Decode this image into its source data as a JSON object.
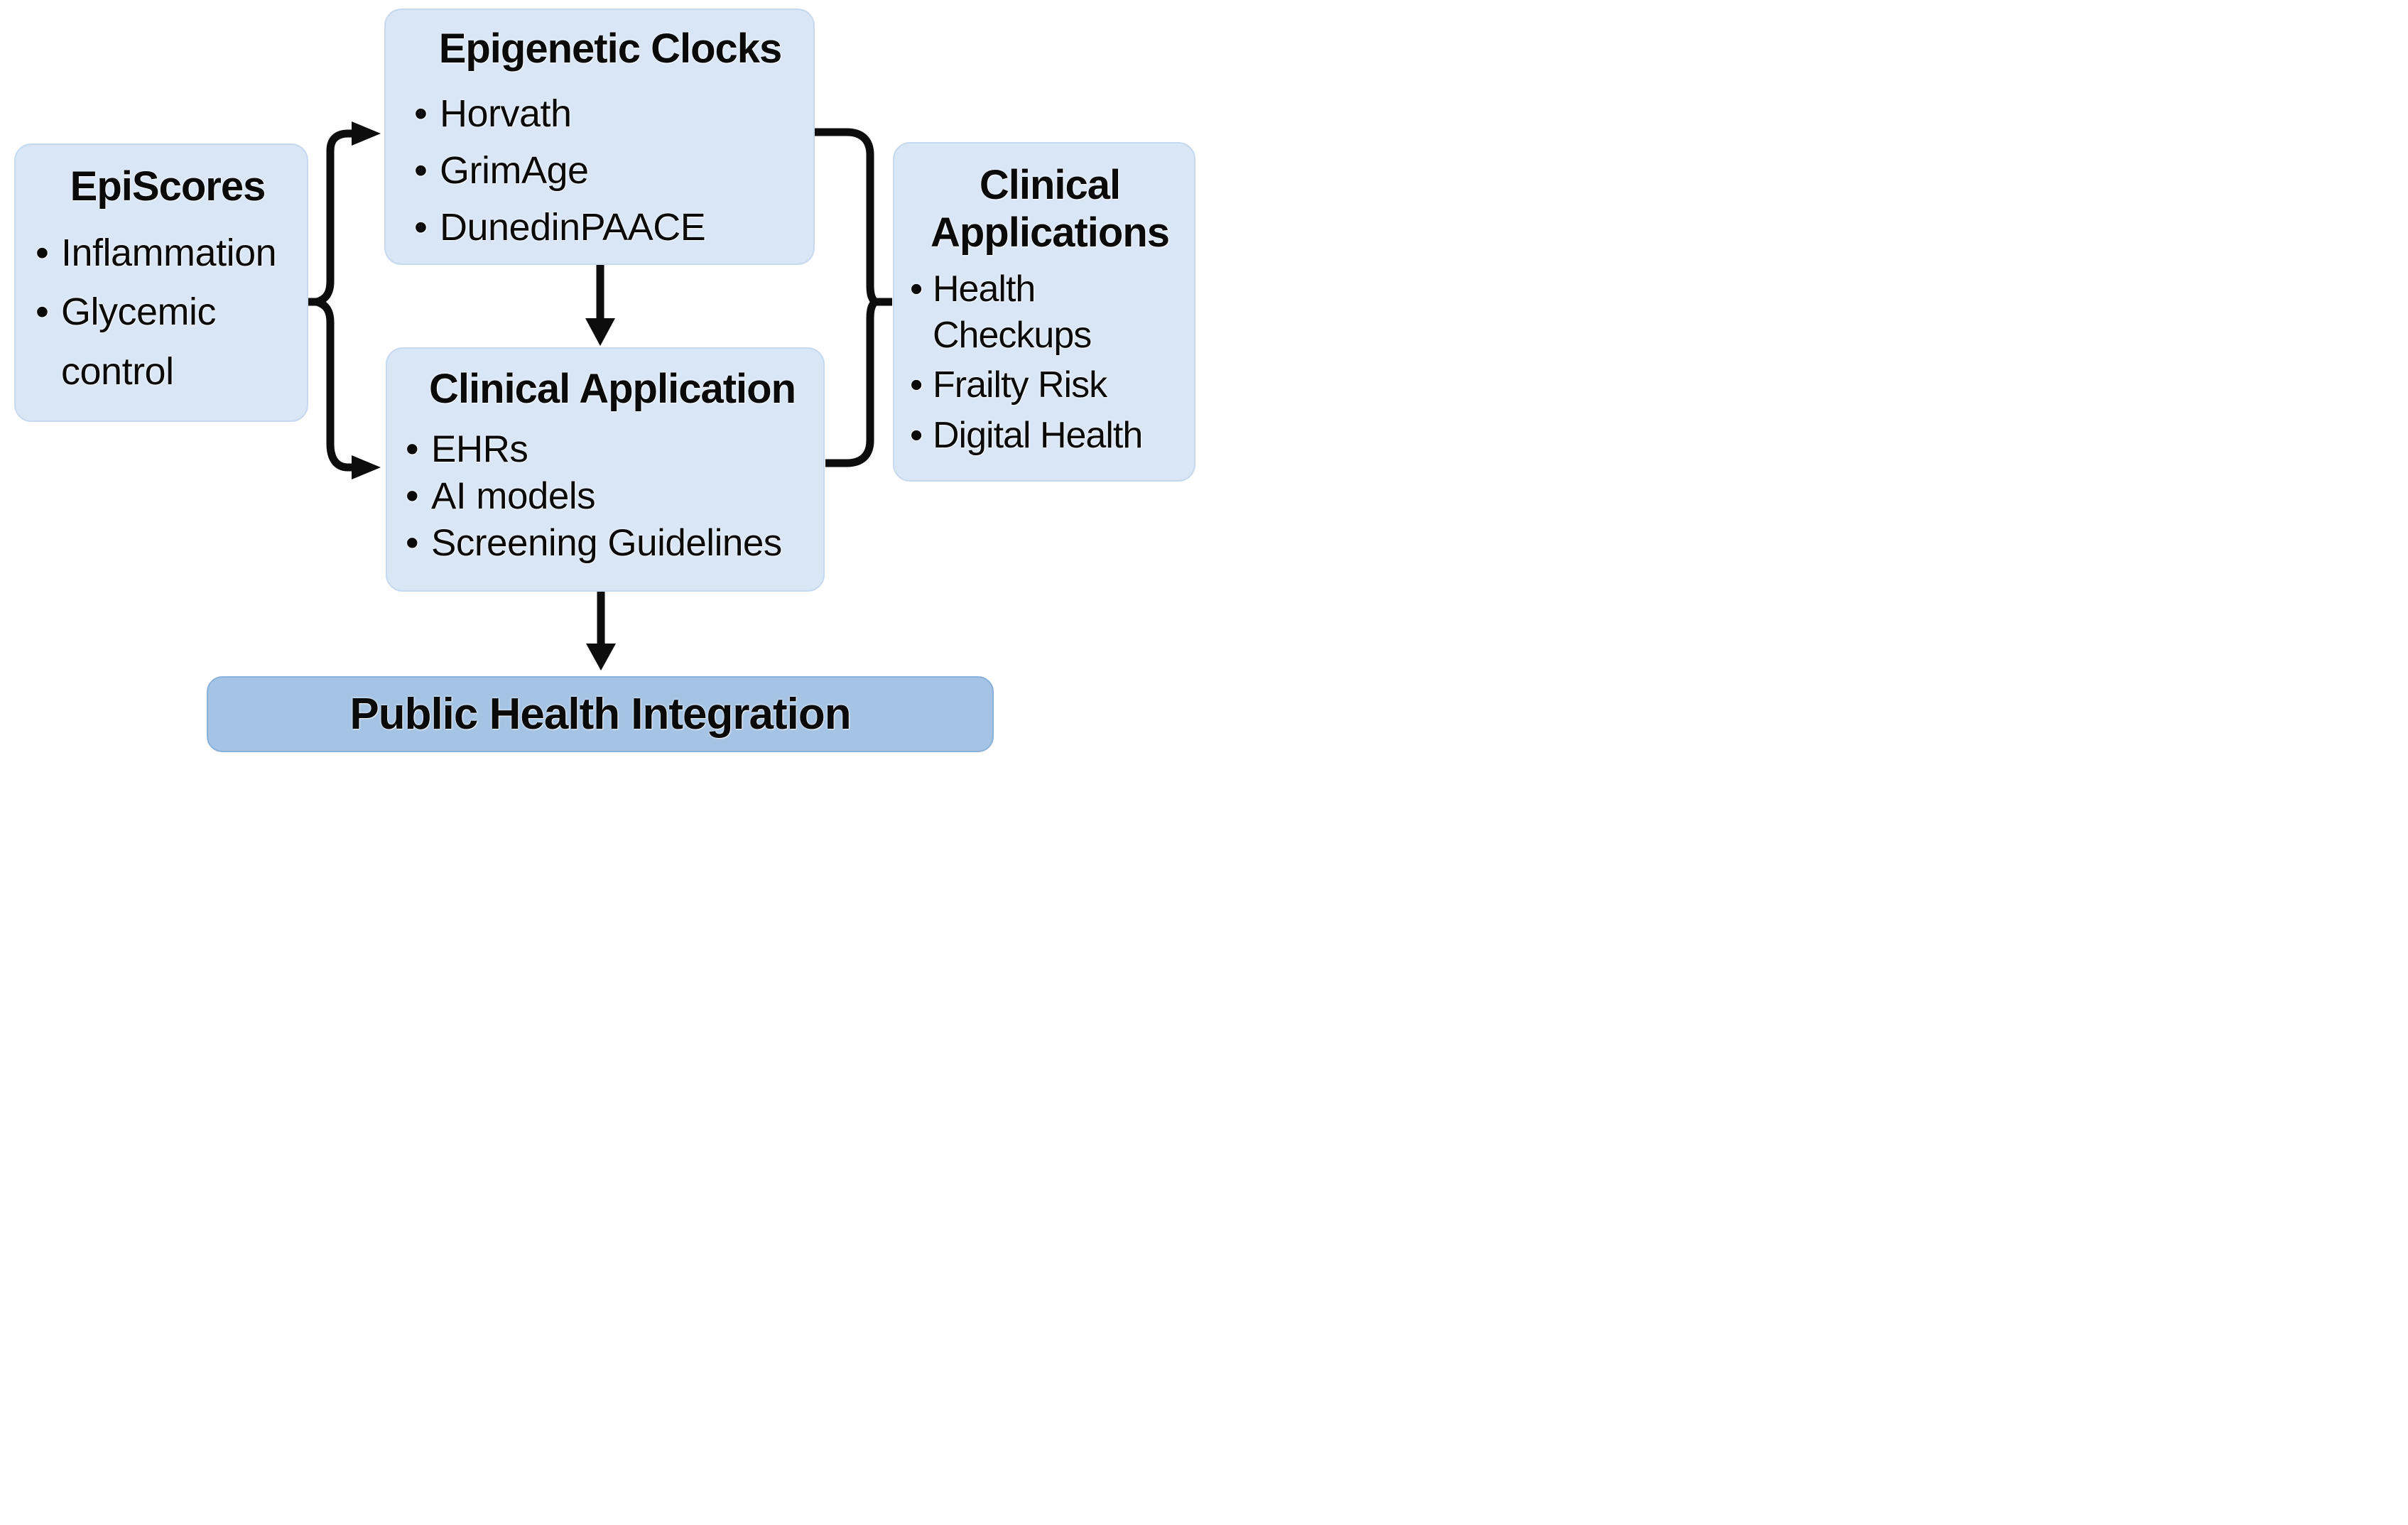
{
  "boxes": {
    "episcores": {
      "title": "EpiScores",
      "bullets": [
        "Inflammation",
        "Glycemic control"
      ]
    },
    "epigenetic_clocks": {
      "title": "Epigenetic Clocks",
      "bullets": [
        "Horvath",
        "GrimAge",
        "DunedinPAACE"
      ]
    },
    "clinical_application": {
      "title": "Clinical Application",
      "bullets": [
        "EHRs",
        "AI models",
        "Screening Guidelines"
      ]
    },
    "clinical_applications": {
      "title": "Clinical Applications",
      "bullets": [
        "Health Checkups",
        "Frailty Risk",
        "Digital Health"
      ]
    },
    "public_health_integration": {
      "title": "Public Health Integration"
    }
  },
  "bullet_glyph": "•",
  "colors": {
    "box_fill_light": "#d9e6f6",
    "box_border_light": "#c7d9ef",
    "box_fill_dark": "#a5c3e4",
    "box_border_dark": "#8ab1d9",
    "connector_line": "#0d0d0d",
    "text": "#0a0a0a",
    "background": "#ffffff"
  }
}
